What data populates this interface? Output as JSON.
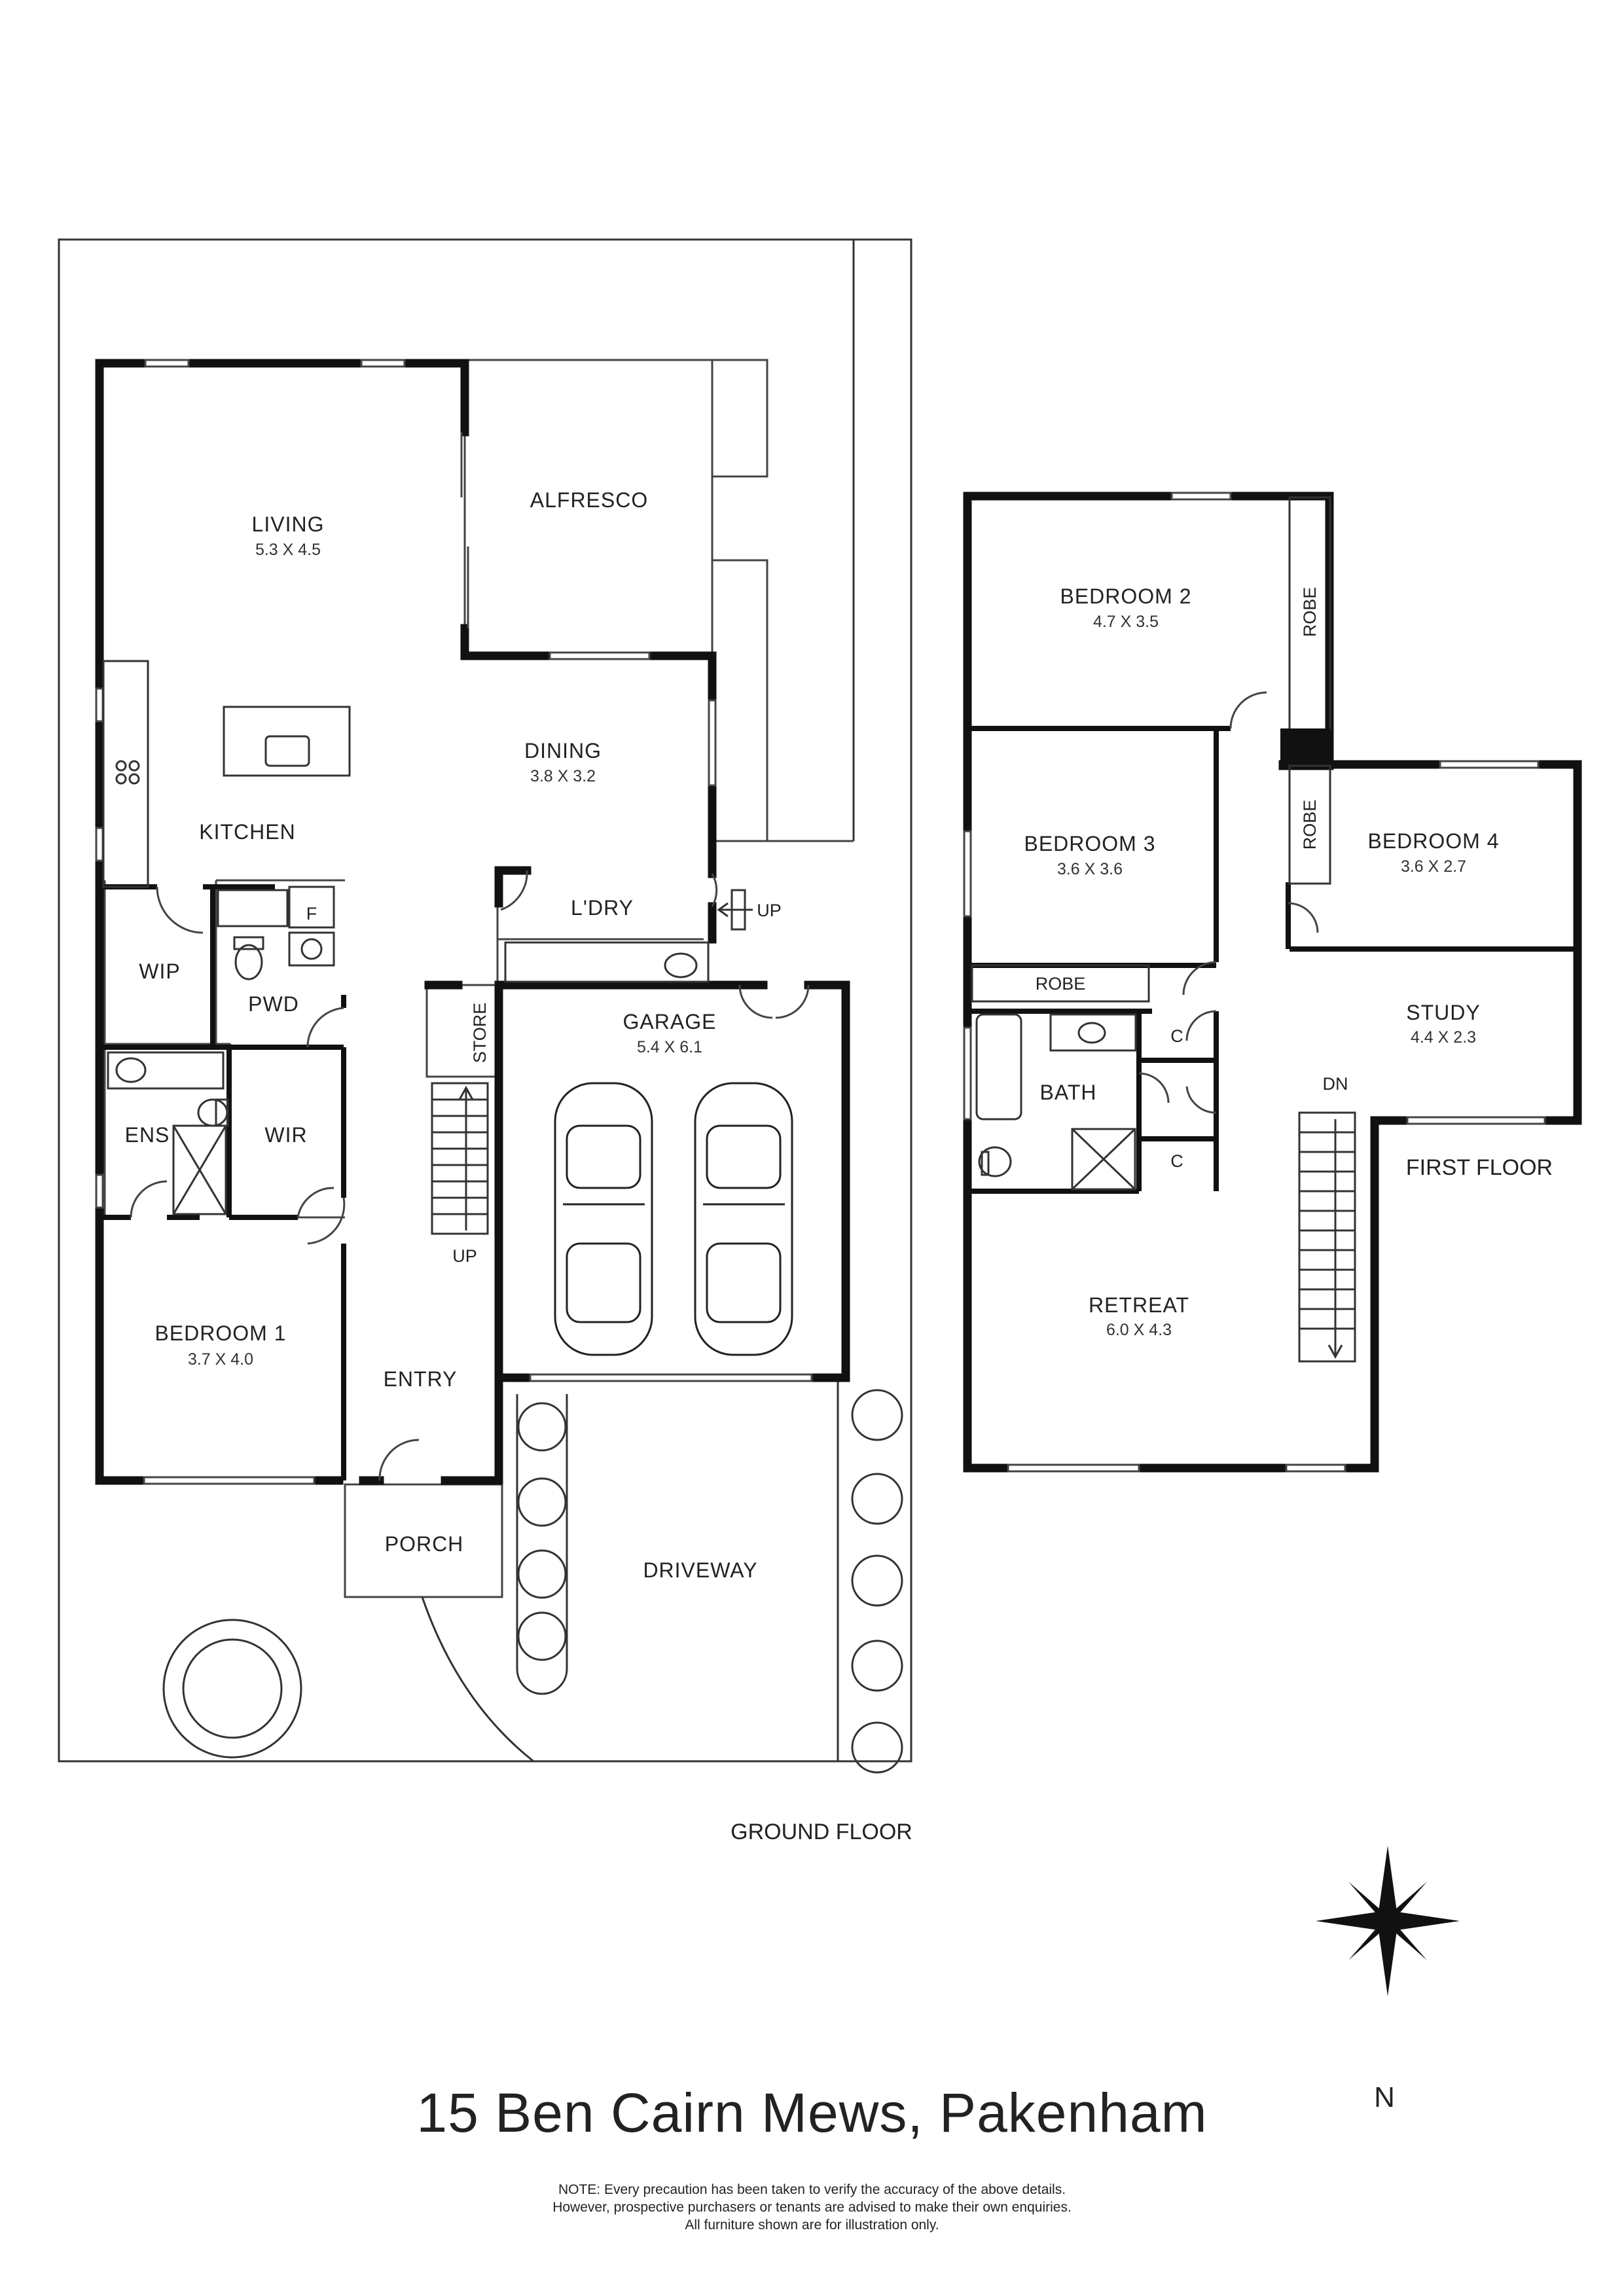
{
  "title": "15 Ben Cairn Mews, Pakenham",
  "note": [
    "NOTE: Every precaution has been taken to verify the accuracy of the above details.",
    "However, prospective purchasers or tenants are advised to make their own enquiries.",
    "All furniture shown are for illustration only."
  ],
  "compass": {
    "label": "N"
  },
  "ground_floor": {
    "label": "GROUND FLOOR",
    "living": {
      "name": "LIVING",
      "dims": "5.3 X 4.5"
    },
    "alfresco": {
      "name": "ALFRESCO"
    },
    "dining": {
      "name": "DINING",
      "dims": "3.8 X 3.2"
    },
    "kitchen": {
      "name": "KITCHEN"
    },
    "laundry": {
      "name": "L'DRY"
    },
    "garage": {
      "name": "GARAGE",
      "dims": "5.4 X 6.1"
    },
    "wip": {
      "name": "WIP"
    },
    "pwd": {
      "name": "PWD"
    },
    "ens": {
      "name": "ENS"
    },
    "wir": {
      "name": "WIR"
    },
    "bedroom1": {
      "name": "BEDROOM 1",
      "dims": "3.7 X 4.0"
    },
    "entry": {
      "name": "ENTRY"
    },
    "porch": {
      "name": "PORCH"
    },
    "driveway": {
      "name": "DRIVEWAY"
    },
    "store": {
      "name": "STORE"
    },
    "fridge": {
      "name": "F"
    },
    "stairs_up": "UP",
    "laundry_up": "UP"
  },
  "first_floor": {
    "label": "FIRST FLOOR",
    "bedroom2": {
      "name": "BEDROOM 2",
      "dims": "4.7 X 3.5"
    },
    "robe1": {
      "name": "ROBE"
    },
    "bedroom3": {
      "name": "BEDROOM 3",
      "dims": "3.6 X 3.6"
    },
    "robe2": {
      "name": "ROBE"
    },
    "bedroom4": {
      "name": "BEDROOM 4",
      "dims": "3.6 X 2.7"
    },
    "robe3": {
      "name": "ROBE"
    },
    "bath": {
      "name": "BATH"
    },
    "cupboard1": {
      "name": "C"
    },
    "cupboard2": {
      "name": "C"
    },
    "study": {
      "name": "STUDY",
      "dims": "4.4 X 2.3"
    },
    "retreat": {
      "name": "RETREAT",
      "dims": "6.0 X 4.3"
    },
    "stairs_down": "DN"
  }
}
